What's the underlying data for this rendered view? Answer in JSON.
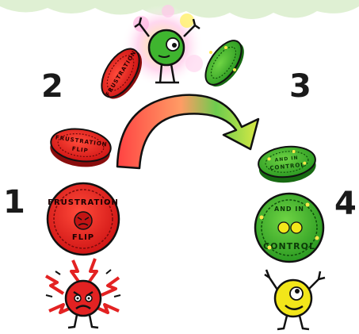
{
  "steps": [
    "1",
    "2",
    "3",
    "4"
  ],
  "coins": {
    "frustration_word": "FRUSTRATION",
    "flip_word": "FLIP",
    "control_word": "CONTROL",
    "and_in_word": "AND IN"
  },
  "colors": {
    "red_coin": "#e32222",
    "red_dark": "#7a0c0c",
    "green_coin": "#37b52e",
    "green_dark": "#14660f",
    "yellow_char": "#f2e61a",
    "cloud": "#dff0d3",
    "ink": "#151515"
  },
  "icons": [
    "frustrated-face-icon",
    "happy-face-icon",
    "curved-arrow-icon",
    "coin-icon"
  ]
}
